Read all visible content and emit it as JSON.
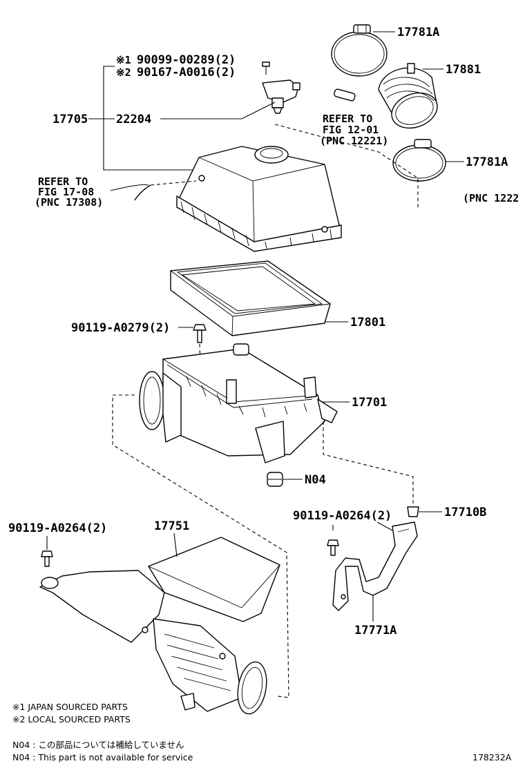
{
  "labels": {
    "l17781a_top": "17781A",
    "l17881": "17881",
    "note1_code": "90099-00289(2)",
    "note2_code": "90167-A0016(2)",
    "note1_mark": "※1",
    "note2_mark": "※2",
    "l17705": "17705",
    "l22204": "22204",
    "refer_a_1": "REFER TO",
    "refer_a_2": "FIG 12-01",
    "refer_a_3": "(PNC 12221)",
    "l17781a_bot": "17781A",
    "pnc_cut": "(PNC 1222",
    "refer_b_1": "REFER TO",
    "refer_b_2": "FIG 17-08",
    "refer_b_3": "(PNC 17308)",
    "l17801": "17801",
    "l90119_a0279": "90119-A0279(2)",
    "l17701": "17701",
    "n04": "N04",
    "l90119_a0264_r": "90119-A0264(2)",
    "l17710b": "17710B",
    "l90119_a0264_l": "90119-A0264(2)",
    "l17751": "17751",
    "l17771a": "17771A"
  },
  "footnotes": {
    "fn1": "※1 JAPAN SOURCED PARTS",
    "fn2": "※2 LOCAL SOURCED PARTS",
    "n04_jp": "N04 : この部品については補給していません",
    "n04_en": "N04 : This part is not available for service",
    "figure_id": "178232A"
  }
}
